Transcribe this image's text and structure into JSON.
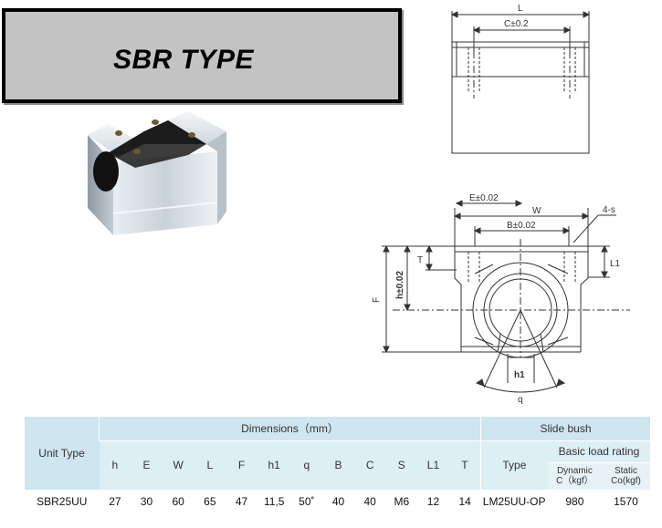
{
  "title": "SBR TYPE",
  "drawing": {
    "top_view": {
      "L": "L",
      "C": "C±0.2"
    },
    "front_view": {
      "E": "E±0.02",
      "W": "W",
      "B": "B±0.02",
      "S": "4-s",
      "T": "T",
      "L1": "L1",
      "F": "F",
      "h": "h±0.02",
      "h1": "h1",
      "q": "q"
    }
  },
  "table": {
    "unit_type_header": "Unit Type",
    "dimensions_header": "Dimensions（mm）",
    "slide_bush_header": "Slide bush",
    "basic_load_header": "Basic load rating",
    "type_header": "Type",
    "dynamic_header_1": "Dynamic",
    "dynamic_header_2": "C（kgf）",
    "static_header_1": "Static",
    "static_header_2": "Co(kgf)",
    "columns": [
      "h",
      "E",
      "W",
      "L",
      "F",
      "h1",
      "q",
      "B",
      "C",
      "S",
      "L1",
      "T"
    ],
    "row": {
      "unit": "SBR25UU",
      "values": [
        "27",
        "30",
        "60",
        "65",
        "47",
        "11,5",
        "50˚",
        "40",
        "40",
        "M6",
        "12",
        "14"
      ],
      "type": "LM25UU-OP",
      "dynamic": "980",
      "static": "1570"
    }
  }
}
